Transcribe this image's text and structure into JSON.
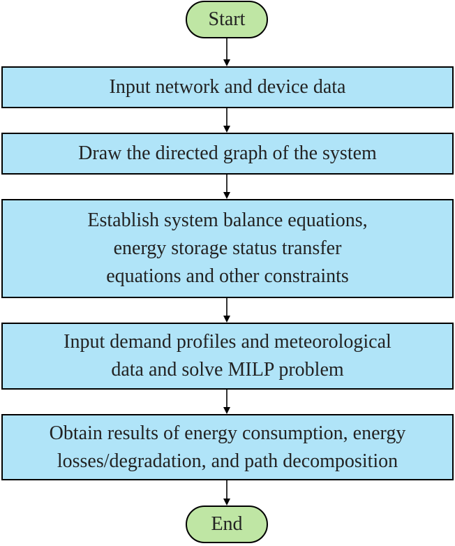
{
  "colors": {
    "terminal_fill": "#bfe6a4",
    "process_fill": "#b0e4f8",
    "stroke": "#000000",
    "text": "#222222"
  },
  "flowchart": {
    "start": "Start",
    "end": "End",
    "steps": [
      {
        "lines": [
          "Input network and device data"
        ]
      },
      {
        "lines": [
          "Draw the directed graph of the system"
        ]
      },
      {
        "lines": [
          "Establish system balance equations,",
          "energy storage status transfer",
          "equations and other constraints"
        ]
      },
      {
        "lines": [
          "Input demand profiles and meteorological",
          "data and solve MILP problem"
        ]
      },
      {
        "lines": [
          "Obtain results of energy consumption, energy",
          "losses/degradation, and path decomposition"
        ]
      }
    ]
  }
}
